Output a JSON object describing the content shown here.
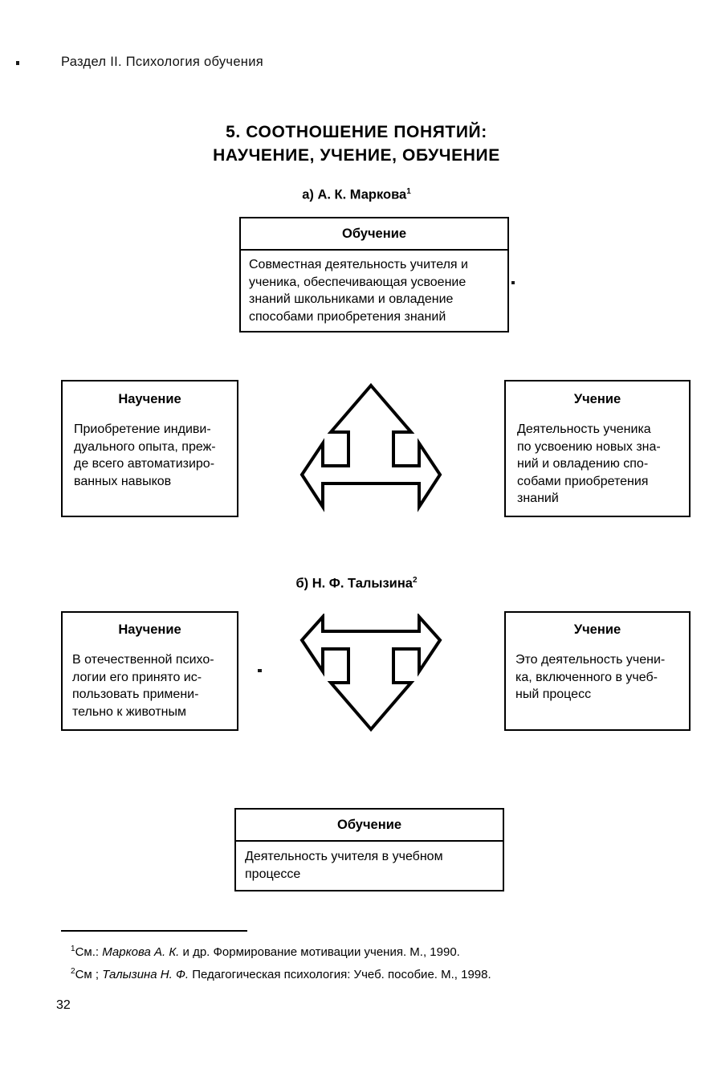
{
  "page": {
    "running_head": "Раздел II. Психология обучения",
    "page_number": "32"
  },
  "title": {
    "line1": "5. СООТНОШЕНИЕ ПОНЯТИЙ:",
    "line2": "НАУЧЕНИЕ, УЧЕНИЕ, ОБУЧЕНИЕ"
  },
  "sections": {
    "a": {
      "label": "а) А. К. Маркова",
      "label_marker": "1",
      "top_box": {
        "heading": "Обучение",
        "lines": [
          "Совместная деятельность учителя и",
          "ученика, обеспечивающая усвоение",
          "знаний школьниками и овладение",
          "способами приобретения знаний"
        ]
      },
      "left_box": {
        "heading": "Научение",
        "lines": [
          "Приобретение индиви-",
          "дуального опыта, преж-",
          "де всего автоматизиро-",
          "ванных навыков"
        ]
      },
      "right_box": {
        "heading": "Учение",
        "lines": [
          "Деятельность ученика",
          "по усвоению новых зна-",
          "ний и овладению спо-",
          "собами приобретения",
          "знаний"
        ]
      },
      "arrow": "three-way-arrow-up-left-right"
    },
    "b": {
      "label": "б) Н. Ф. Талызина",
      "label_marker": "2",
      "left_box": {
        "heading": "Научение",
        "lines": [
          "В отечественной психо-",
          "логии его принято ис-",
          "пользовать примени-",
          "тельно к животным"
        ]
      },
      "right_box": {
        "heading": "Учение",
        "lines": [
          "Это деятельность учени-",
          "ка, включенного в учеб-",
          "ный процесс"
        ]
      },
      "bottom_box": {
        "heading": "Обучение",
        "lines": [
          "Деятельность учителя в учебном",
          "процессе"
        ]
      },
      "arrow": "three-way-arrow-down-left-right"
    }
  },
  "footnotes": [
    {
      "marker": "1",
      "prefix": "См.: ",
      "author": "Маркова А. К.",
      "rest": " и др. Формирование мотивации учения. М., 1990."
    },
    {
      "marker": "2",
      "prefix": "См ; ",
      "author": "Талызина Н. Ф.",
      "rest": " Педагогическая психология: Учеб. пособие. М., 1998."
    }
  ],
  "colors": {
    "ink": "#000000",
    "paper": "#ffffff"
  }
}
